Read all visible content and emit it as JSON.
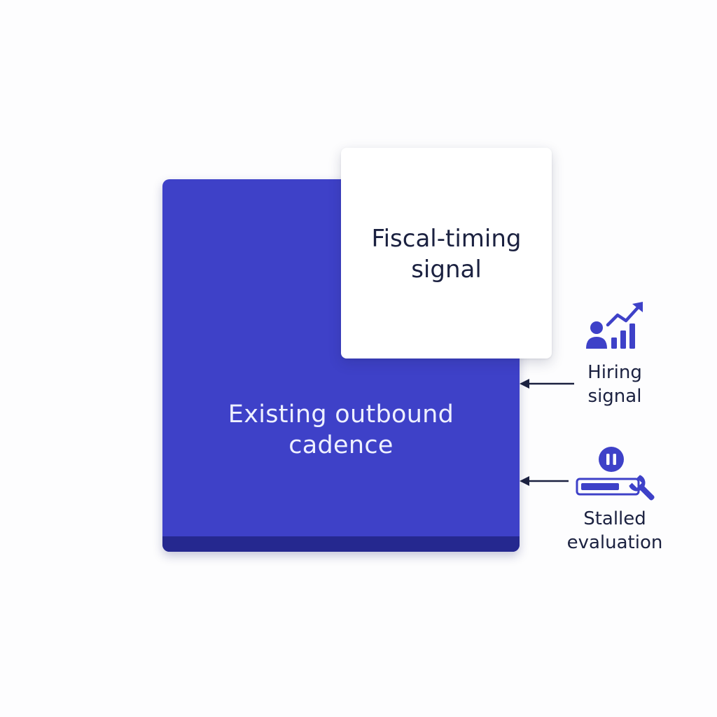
{
  "diagram": {
    "main_block": {
      "label_line1": "Existing outbound",
      "label_line2": "cadence",
      "color": "#3e41c8",
      "base_color": "#25288f"
    },
    "signal_card": {
      "label_line1": "Fiscal-timing",
      "label_line2": "signal"
    },
    "inputs": [
      {
        "label_line1": "Hiring",
        "label_line2": "signal",
        "icon": "hiring-growth-icon"
      },
      {
        "label_line1": "Stalled",
        "label_line2": "evaluation",
        "icon": "stalled-evaluation-icon"
      }
    ],
    "accent_color": "#3e41c8",
    "arrow_color": "#1b2140"
  }
}
